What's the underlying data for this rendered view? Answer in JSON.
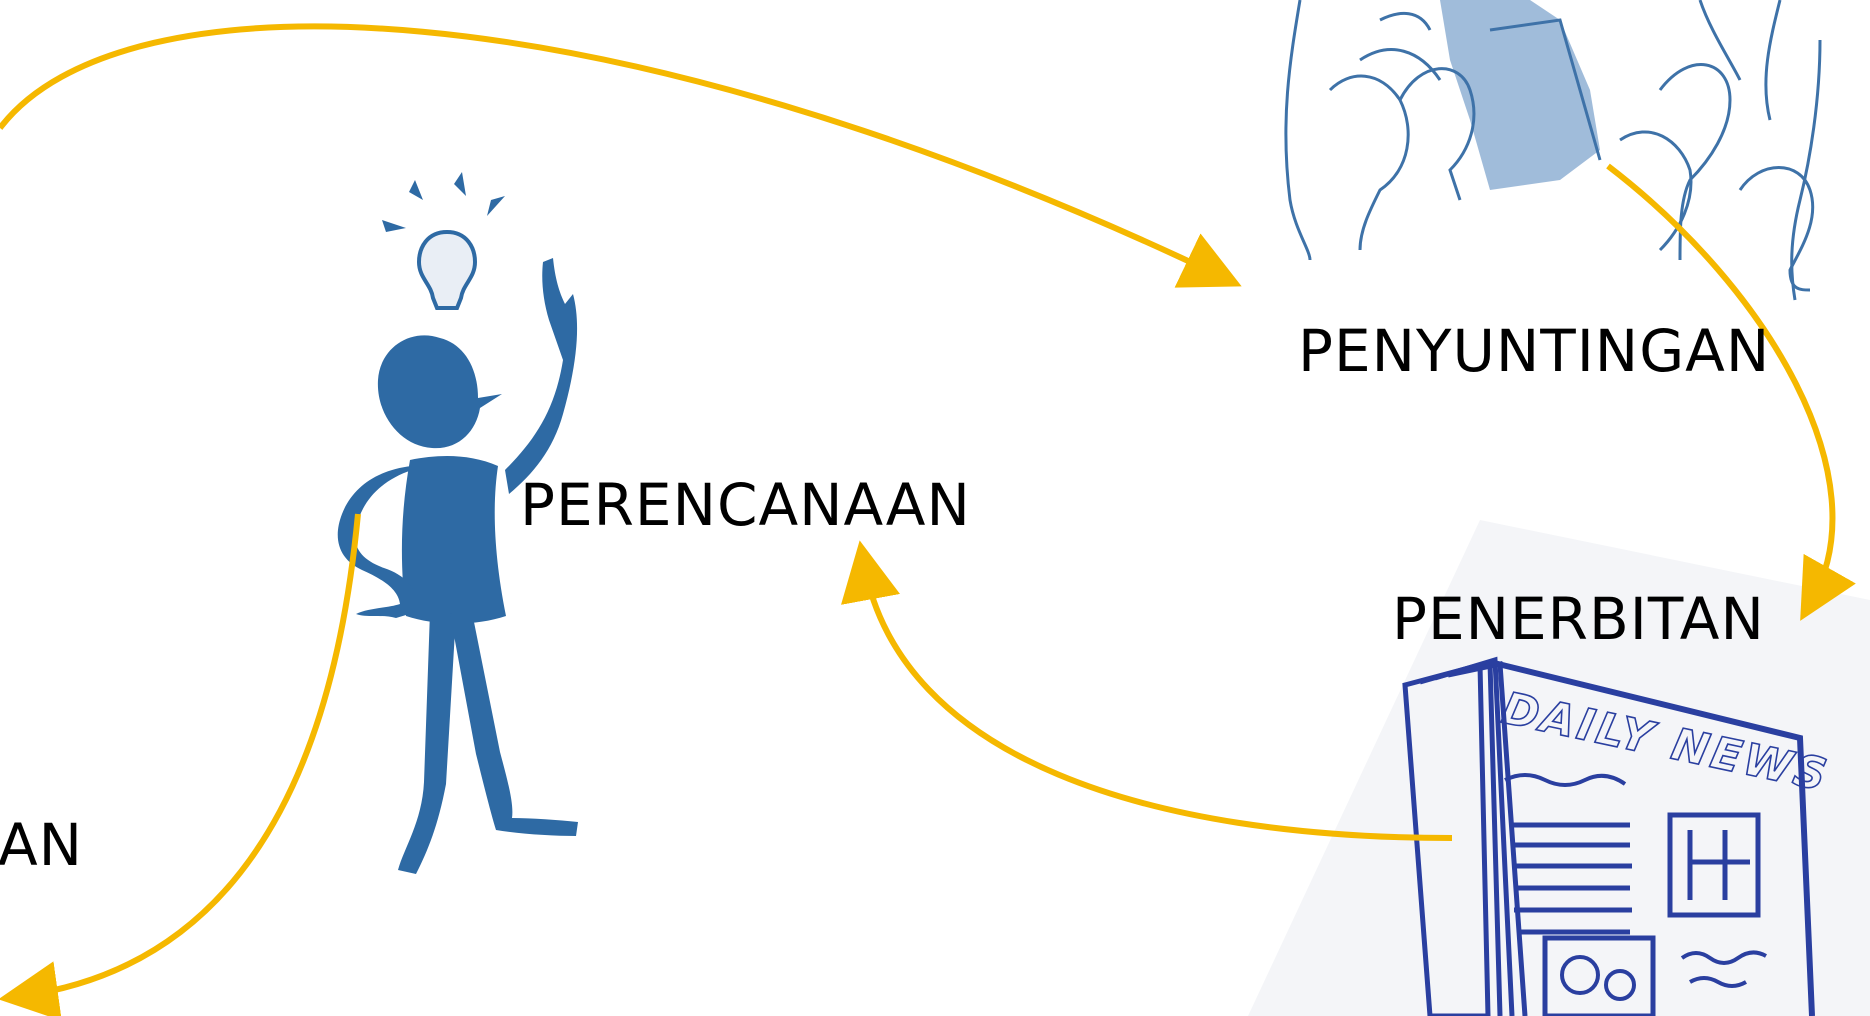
{
  "diagram": {
    "type": "cycle",
    "stages": {
      "planning": "PERENCANAAN",
      "editing": "PENYUNTINGAN",
      "publishing": "PENERBITAN",
      "cut_off_label": "AN"
    },
    "newspaper_masthead": "DAILY NEWS",
    "colors": {
      "arrow": "#F5B800",
      "figure": "#2E6AA4",
      "crowd_line": "#3E72A8",
      "crowd_fill": "#8FB0D3",
      "newspaper_ink": "#2A3FA0"
    }
  }
}
